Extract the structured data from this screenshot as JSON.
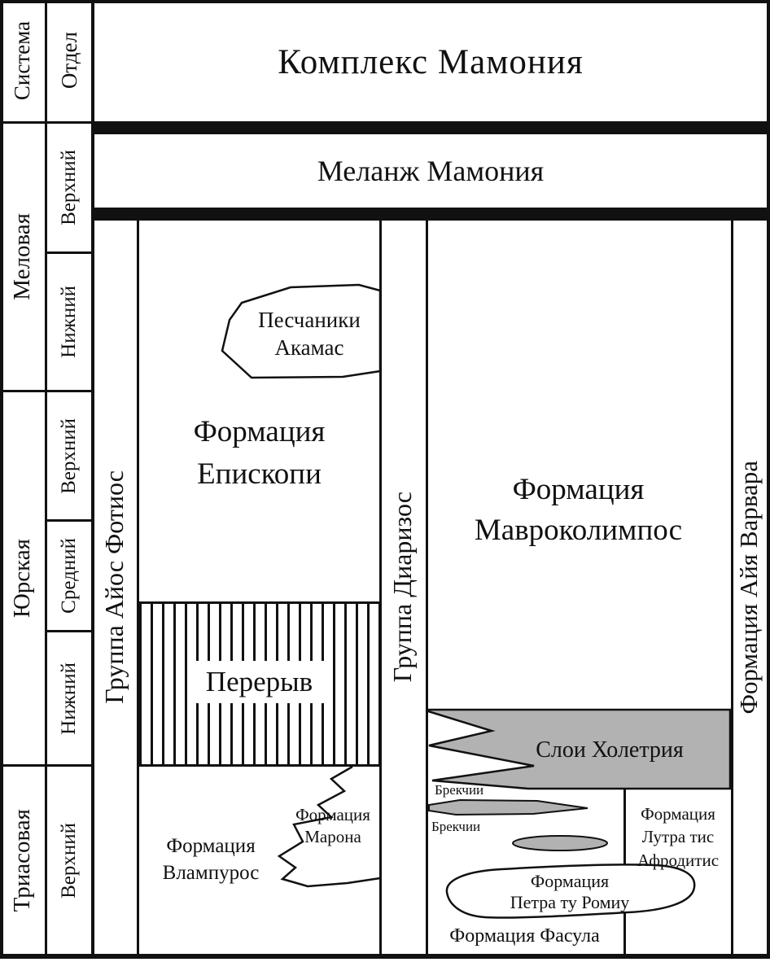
{
  "header": {
    "complex_title": "Комплекс Мамония",
    "melange_title": "Меланж Мамония"
  },
  "left_axis": {
    "system_header": "Система",
    "stage_header": "Отдел",
    "systems": [
      {
        "label": "Меловая"
      },
      {
        "label": "Юрская"
      },
      {
        "label": "Триасовая"
      }
    ],
    "stages": [
      {
        "label": "Верхний"
      },
      {
        "label": "Нижний"
      },
      {
        "label": "Верхний"
      },
      {
        "label": "Средний"
      },
      {
        "label": "Нижний"
      },
      {
        "label": "Верхний"
      }
    ]
  },
  "groups": {
    "agios_fotios": "Группа Айос Фотиос",
    "diarizos": "Группа Диаризос"
  },
  "episkopi_column": {
    "formation_lines": [
      "Формация",
      "Епископи"
    ],
    "akamas_lines": [
      "Песчаники",
      "Акамас"
    ],
    "hiatus_label": "Перерыв",
    "vlampuros_lines": [
      "Формация",
      "Влампурос"
    ],
    "marona_lines": [
      "Формация",
      "Марона"
    ]
  },
  "mavrokolymbos_column": {
    "formation_lines": [
      "Формация",
      "Мавроколимпос"
    ],
    "holetria_label": "Слои Холетрия",
    "breccia_label_1": "Брекчии",
    "breccia_label_2": "Брекчии",
    "loutra_lines": [
      "Формация",
      "Лутра тис",
      "Афродитис"
    ],
    "petra_lines": [
      "Формация",
      "Петра ту Ромиу"
    ],
    "fasoula_label": "Формация Фасула"
  },
  "right_column": {
    "ayia_varvara_label": "Формация Айя Варвара"
  },
  "colors": {
    "line": "#111111",
    "gray_fill": "#b2b2b2",
    "background": "#ffffff"
  }
}
